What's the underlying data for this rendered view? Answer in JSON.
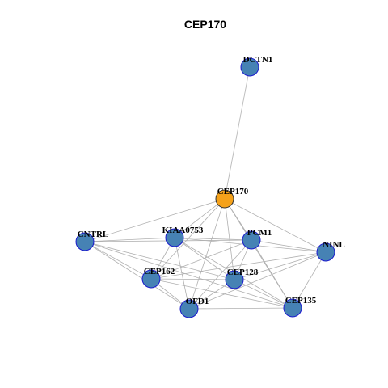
{
  "title": "CEP170",
  "colors": {
    "hub_fill": "#F5A21B",
    "hub_stroke": "#333333",
    "node_fill": "#4682B4",
    "node_stroke": "#1A1ACD",
    "edge": "#B0B0B0"
  },
  "nodes": [
    {
      "id": "DCTN1",
      "label": "DCTN1",
      "hub": false
    },
    {
      "id": "CEP170",
      "label": "CEP170",
      "hub": true
    },
    {
      "id": "CNTRL",
      "label": "CNTRL",
      "hub": false
    },
    {
      "id": "KIAA0753",
      "label": "KIAA0753",
      "hub": false
    },
    {
      "id": "PCM1",
      "label": "PCM1",
      "hub": false
    },
    {
      "id": "NINL",
      "label": "NINL",
      "hub": false
    },
    {
      "id": "CEP162",
      "label": "CEP162",
      "hub": false
    },
    {
      "id": "CEP128",
      "label": "CEP128",
      "hub": false
    },
    {
      "id": "OFD1",
      "label": "OFD1",
      "hub": false
    },
    {
      "id": "CEP135",
      "label": "CEP135",
      "hub": false
    }
  ],
  "edges": [
    [
      "DCTN1",
      "CEP170"
    ],
    [
      "CEP170",
      "CNTRL"
    ],
    [
      "CEP170",
      "KIAA0753"
    ],
    [
      "CEP170",
      "PCM1"
    ],
    [
      "CEP170",
      "NINL"
    ],
    [
      "CEP170",
      "CEP162"
    ],
    [
      "CEP170",
      "CEP128"
    ],
    [
      "CEP170",
      "OFD1"
    ],
    [
      "CEP170",
      "CEP135"
    ],
    [
      "CNTRL",
      "KIAA0753"
    ],
    [
      "CNTRL",
      "PCM1"
    ],
    [
      "CNTRL",
      "CEP162"
    ],
    [
      "CNTRL",
      "OFD1"
    ],
    [
      "CNTRL",
      "CEP128"
    ],
    [
      "CNTRL",
      "CEP135"
    ],
    [
      "KIAA0753",
      "PCM1"
    ],
    [
      "KIAA0753",
      "NINL"
    ],
    [
      "KIAA0753",
      "CEP162"
    ],
    [
      "KIAA0753",
      "CEP128"
    ],
    [
      "KIAA0753",
      "OFD1"
    ],
    [
      "KIAA0753",
      "CEP135"
    ],
    [
      "PCM1",
      "NINL"
    ],
    [
      "PCM1",
      "CEP162"
    ],
    [
      "PCM1",
      "CEP128"
    ],
    [
      "PCM1",
      "OFD1"
    ],
    [
      "PCM1",
      "CEP135"
    ],
    [
      "NINL",
      "CEP162"
    ],
    [
      "NINL",
      "CEP128"
    ],
    [
      "NINL",
      "OFD1"
    ],
    [
      "NINL",
      "CEP135"
    ],
    [
      "CEP162",
      "CEP128"
    ],
    [
      "CEP162",
      "OFD1"
    ],
    [
      "CEP162",
      "CEP135"
    ],
    [
      "CEP128",
      "OFD1"
    ],
    [
      "CEP128",
      "CEP135"
    ],
    [
      "OFD1",
      "CEP135"
    ]
  ]
}
